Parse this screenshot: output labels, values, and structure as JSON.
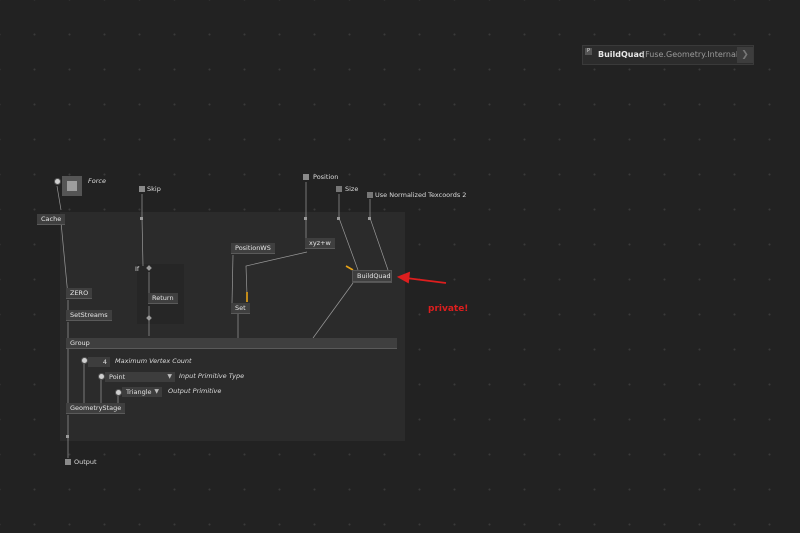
{
  "header_node": {
    "badge": "P",
    "name": "BuildQuad",
    "namespace": "[Fuse.Geometry.Internal]",
    "chevron": "❯"
  },
  "inputs": {
    "force": "Force",
    "skip": "Skip",
    "position": "Position",
    "size": "Size",
    "use_normalized": "Use Normalized Texcoords 2"
  },
  "nodes": {
    "cache": "Cache",
    "if": "If",
    "return": "Return",
    "zero": "ZERO",
    "set_streams": "SetStreams",
    "position_ws": "PositionWS",
    "set": "Set",
    "xyzw": "xyz+w",
    "build_quad": "BuildQuad",
    "group": "Group",
    "geometry_stage": "GeometryStage",
    "output": "Output"
  },
  "params": {
    "max_vertex_value": "4",
    "max_vertex_label": "Maximum Vertex Count",
    "input_prim_value": "Point",
    "input_prim_label": "Input Primitive Type",
    "output_prim_value": "Triangle",
    "output_prim_label": "Output Primitive"
  },
  "annotation": {
    "text": "private!",
    "color": "#dd1e1e"
  },
  "colors": {
    "background": "#222222",
    "node": "#3f3f3f",
    "highlight_link": "#e8a317"
  }
}
